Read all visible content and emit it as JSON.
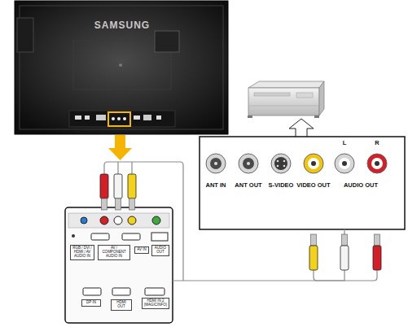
{
  "diagram": {
    "nodes": [
      {
        "text": [
          "RGB / DVI / HDMI / AV AUDIO IN",
          "AV / COMPONENT AUDIO IN",
          "AV IN",
          "AUDIO OUT",
          "DP IN",
          "HDMI OUT",
          "HDMI IN 2 (MAGICINFO)"
        ]
      },
      {
        "text": [
          "L",
          "R",
          "ANT IN",
          "ANT OUT",
          "S-VIDEO",
          "VIDEO OUT",
          "AUDIO OUT"
        ]
      }
    ],
    "edges": [
      {
        "from": 0,
        "to": 1,
        "arrow": "none"
      }
    ],
    "labels": [
      "SAMSUNG"
    ]
  }
}
